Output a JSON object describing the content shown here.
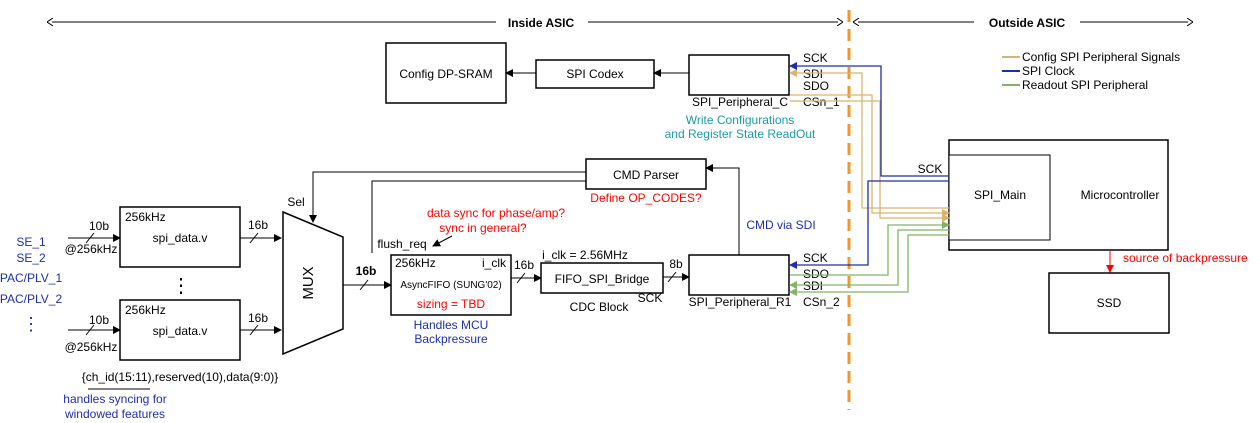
{
  "header": {
    "inside": "Inside ASIC",
    "outside": "Outside ASIC"
  },
  "legend": {
    "items": [
      {
        "label": "Config SPI Peripheral Signals",
        "color": "#d6b56e"
      },
      {
        "label": "SPI Clock",
        "color": "#1f2ea8"
      },
      {
        "label": "Readout SPI Peripheral",
        "color": "#82b366"
      }
    ]
  },
  "colors": {
    "boundary": "#f0962a",
    "annotation_red": "#ff0000",
    "annotation_blue": "#1f2ea8",
    "annotation_teal": "#1a9ba3"
  },
  "inputs": {
    "labels": [
      "SE_1",
      "SE_2",
      "PAC/PLV_1",
      "PAC/PLV_2"
    ],
    "dots": "⋮",
    "rate": "@256kHz",
    "width_in": "10b",
    "width_out": "16b",
    "format": "{ch_id(15:11),reserved(10),data(9:0)}",
    "note_line1": "handles syncing for",
    "note_line2": "windowed features"
  },
  "spi_data_blocks": [
    {
      "freq": "256kHz",
      "name": "spi_data.v"
    },
    {
      "freq": "256kHz",
      "name": "spi_data.v"
    }
  ],
  "middle_dots": "⋮",
  "mux": {
    "label": "MUX",
    "sel": "Sel",
    "out_width": "16b"
  },
  "cmd_parser": {
    "label": "CMD Parser",
    "note": "Define OP_CODES?"
  },
  "fifo": {
    "freq": "256kHz",
    "clk": "i_clk",
    "name": "AsyncFIFO (SUNG'02)",
    "sizing": "sizing = TBD",
    "flush": "flush_req",
    "note_line1": "Handles MCU",
    "note_line2": "Backpressure",
    "out_width": "16b"
  },
  "sync_note": {
    "line1": "data sync for phase/amp?",
    "line2": "sync in general?"
  },
  "bridge": {
    "label": "FIFO_SPI_Bridge",
    "clk_note": "i_clk = 2.56MHz",
    "sck": "SCK",
    "block": "CDC Block",
    "out_width": "8b"
  },
  "spi_r1": {
    "name": "SPI_Peripheral_R1",
    "cs": "CSn_2",
    "pins": [
      "SCK",
      "SDO",
      "SDI"
    ],
    "cmd_note": "CMD via SDI"
  },
  "spi_c": {
    "name": "SPI_Peripheral_C",
    "cs": "CSn_1",
    "pins": [
      "SCK",
      "SDI",
      "SDO"
    ],
    "note_line1": "Write Configurations",
    "note_line2": "and Register State ReadOut"
  },
  "spi_codex": {
    "label": "SPI Codex"
  },
  "dpsram": {
    "label": "Config DP-SRAM"
  },
  "mcu": {
    "label": "Microcontroller",
    "spi_main": "SPI_Main",
    "sck": "SCK"
  },
  "ssd": {
    "label": "SSD",
    "note": "source of backpressure"
  }
}
